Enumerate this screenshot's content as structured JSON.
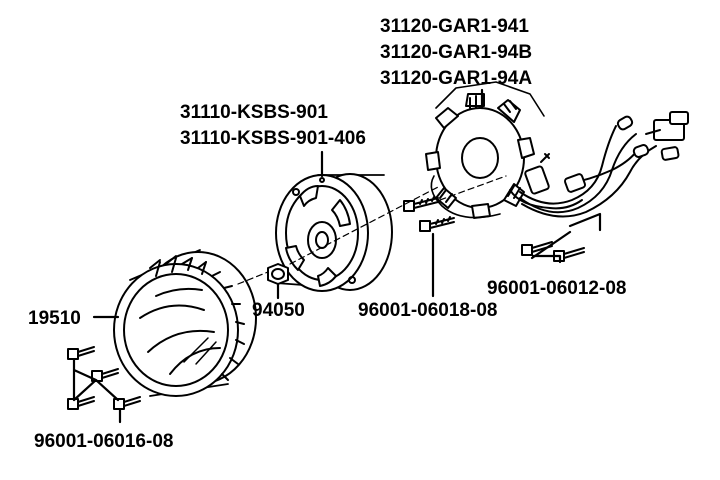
{
  "diagram": {
    "labels": {
      "stator_1": "31120-GAR1-941",
      "stator_2": "31120-GAR1-94B",
      "stator_3": "31120-GAR1-94A",
      "flywheel_1": "31110-KSBS-901",
      "flywheel_2": "31110-KSBS-901-406",
      "fan": "19510",
      "nut": "94050",
      "bolt_stator": "96001-06018-08",
      "bolt_pickup": "96001-06012-08",
      "bolt_fan": "96001-06016-08"
    },
    "colors": {
      "line": "#000000",
      "background": "#ffffff"
    }
  }
}
